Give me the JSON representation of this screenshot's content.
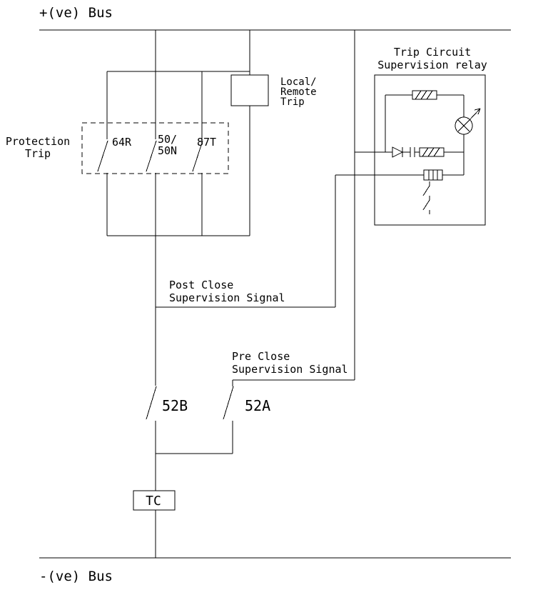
{
  "buses": {
    "positive": "+(ve) Bus",
    "negative": "-(ve) Bus"
  },
  "protection_trip": {
    "label_line1": "Protection",
    "label_line2": "Trip",
    "contact_64r": "64R",
    "contact_50_line1": "50/",
    "contact_50_line2": "50N",
    "contact_87t": "87T"
  },
  "local_remote_trip": {
    "line1": "Local/",
    "line2": "Remote",
    "line3": "Trip"
  },
  "tcs_relay": {
    "title_line1": "Trip Circuit",
    "title_line2": "Supervision relay"
  },
  "signals": {
    "post_close_line1": "Post Close",
    "post_close_line2": "Supervision Signal",
    "pre_close_line1": "Pre Close",
    "pre_close_line2": "Supervision Signal"
  },
  "breaker": {
    "aux_52b": "52B",
    "aux_52a": "52A",
    "trip_coil": "TC"
  },
  "colors": {
    "line": "#000000",
    "text": "#000000",
    "background": "#ffffff"
  }
}
